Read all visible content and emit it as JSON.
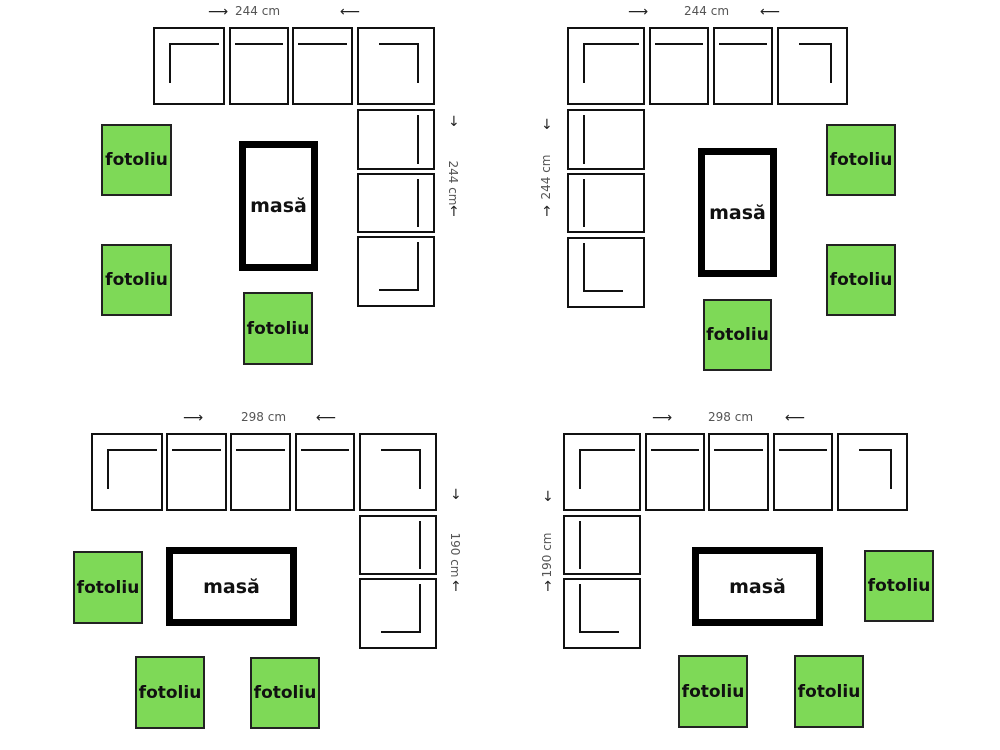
{
  "colors": {
    "armchair": "#7ed957",
    "outline": "#111111",
    "dimension_text": "#555555"
  },
  "labels": {
    "table": "masă",
    "armchair": "fotoliu"
  },
  "layouts": [
    {
      "name": "layout-1",
      "width_label": "244 cm",
      "depth_label": "244 cm"
    },
    {
      "name": "layout-2",
      "width_label": "244 cm",
      "depth_label": "244 cm"
    },
    {
      "name": "layout-3",
      "width_label": "298 cm",
      "depth_label": "190 cm"
    },
    {
      "name": "layout-4",
      "width_label": "298 cm",
      "depth_label": "190 cm"
    }
  ],
  "arrows": {
    "right": "⟶",
    "left": "⟵",
    "down": "↓",
    "up": "↑"
  }
}
